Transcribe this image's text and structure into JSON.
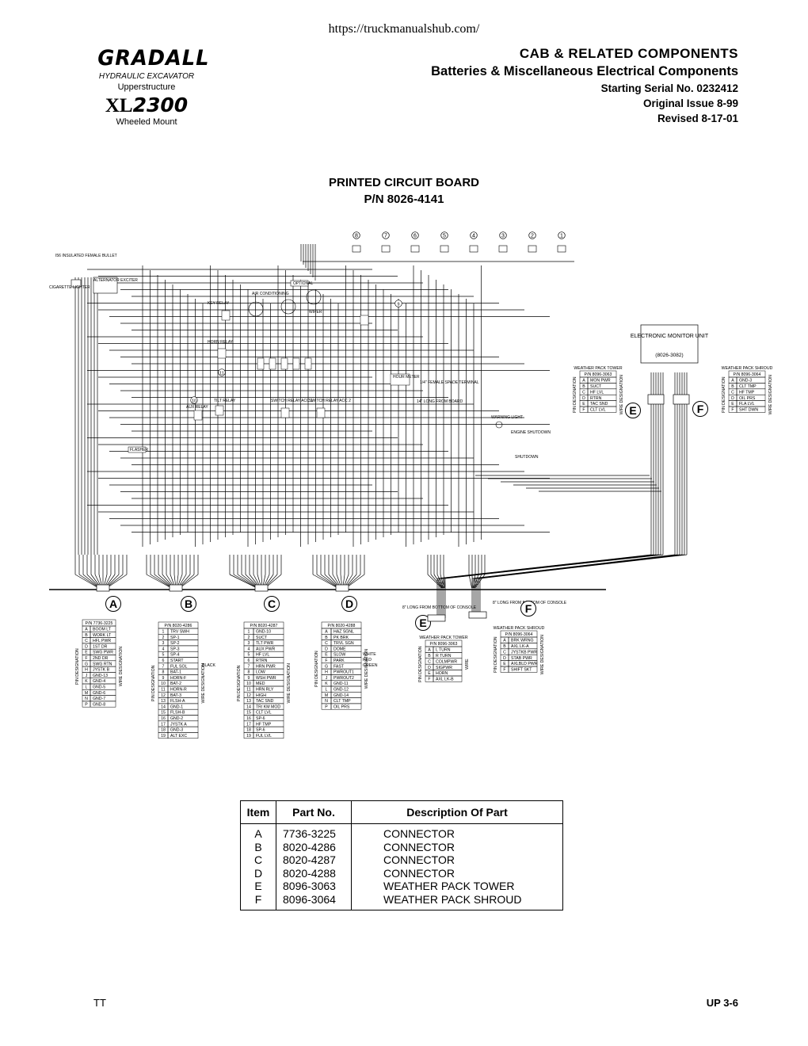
{
  "header": {
    "url": "https://truckmanualshub.com/",
    "brand": "GRADALL",
    "brand_sub": "HYDRAULIC EXCAVATOR",
    "upperstructure": "Upperstructure",
    "model_prefix": "XL",
    "model_number": "2300",
    "mount": "Wheeled Mount",
    "title1": "CAB & RELATED COMPONENTS",
    "title2": "Batteries & Miscellaneous Electrical Components",
    "serial": "Starting Serial No. 0232412",
    "issue": "Original Issue 8-99",
    "revised": "Revised 8-17-01"
  },
  "diagram": {
    "title_line1": "PRINTED CIRCUIT BOARD",
    "title_line2": "P/N 8026-4141",
    "relay_numbers": [
      "8",
      "7",
      "6",
      "5",
      "4",
      "3",
      "2",
      "1"
    ],
    "small_labels": {
      "bullet": "I56 INSULATED FEMALE BULLET",
      "lighter": "CIGARETTE LIGHTER",
      "alternator": "ALTERNATOR EXCITER",
      "optional": "OPTIONAL",
      "airconditioning": "AIR CONDITIONING",
      "wiper": "WIPER",
      "key_relay": "KEY RELAY",
      "horn_relay": "HORN RELAY",
      "hour_meter": "HOUR METER",
      "spade": "1/4\" FEMALE SPADE TERMINAL",
      "long_from_board": "14\" LONG FROM BOARD",
      "warning_light": "WARNING LIGHT",
      "engine_shutdown": "ENGINE SHUTDOWN",
      "shutdown": "SHUTDOWN",
      "tilt_relay": "TILT RELAY",
      "aux_relay": "AUX RELAY",
      "switch_relay_1": "SWITCH RELAY ACC 1",
      "switch_relay_2": "SWITCH RELAY ACC 2",
      "flasher": "FLASHER",
      "long_e": "8\" LONG FROM BOTTOM OF CONSOLE",
      "long_f": "8\" LONG FROM BOTTOM OF CONSOLE"
    },
    "emu": {
      "title": "ELECTRONIC MONITOR UNIT",
      "pn": "(8026-3082)"
    },
    "tower_top": {
      "title": "WEATHER PACK TOWER",
      "pn": "P/N 8096-3063",
      "pin_label": "PIN DESIGNATION",
      "wire_label": "WIRE DESIGNATION",
      "rows": [
        [
          "A",
          "MON PWR"
        ],
        [
          "B",
          "SUCT"
        ],
        [
          "C",
          "HF LVL"
        ],
        [
          "D",
          "RTRN"
        ],
        [
          "E",
          "TAC SND"
        ],
        [
          "F",
          "CLT LVL"
        ]
      ]
    },
    "shroud_top": {
      "title": "WEATHER PACK SHROUD",
      "pn": "P/N 8096-3064",
      "pin_label": "PIN DESIGNATION",
      "wire_label": "WIRE DESIGNATION",
      "rows": [
        [
          "A",
          "GND-3"
        ],
        [
          "B",
          "CLT TMP"
        ],
        [
          "C",
          "HF TMP"
        ],
        [
          "D",
          "OIL PRS"
        ],
        [
          "E",
          "FLA LVL"
        ],
        [
          "F",
          "SHT DWN"
        ]
      ]
    },
    "connector_letters": [
      "A",
      "B",
      "C",
      "D",
      "E",
      "F"
    ],
    "conn_a": {
      "pn": "P/N 7736-3225",
      "pin_label": "PIN DESIGNATION",
      "wire_label": "WIRE DESIGNATION",
      "rows": [
        [
          "A",
          "BOOM LT"
        ],
        [
          "B",
          "WORK LT"
        ],
        [
          "C",
          "HFL PWR"
        ],
        [
          "D",
          "1ST DR"
        ],
        [
          "E",
          "SWG PWR"
        ],
        [
          "F",
          "2ND DR"
        ],
        [
          "G",
          "SWG RTN"
        ],
        [
          "H",
          "JYSTK B"
        ],
        [
          "J",
          "GND-13"
        ],
        [
          "K",
          "GND-4"
        ],
        [
          "L",
          "GND-5"
        ],
        [
          "M",
          "GND-6"
        ],
        [
          "N",
          "GND-7"
        ],
        [
          "P",
          "GND-8"
        ]
      ]
    },
    "conn_b": {
      "pn": "P/N 8020-4286",
      "pin_label": "PIN DESIGNATION",
      "wire_label": "WIRE DESIGNATION",
      "color": "BLACK",
      "rows": [
        [
          "1",
          "TRV SWH"
        ],
        [
          "2",
          "SP-1"
        ],
        [
          "3",
          "SP-2"
        ],
        [
          "4",
          "SP-3"
        ],
        [
          "5",
          "SP-4"
        ],
        [
          "6",
          "START"
        ],
        [
          "7",
          "FUL SOL"
        ],
        [
          "8",
          "BAT-1"
        ],
        [
          "9",
          "HORN-F"
        ],
        [
          "10",
          "BAT-2"
        ],
        [
          "11",
          "HORN-R"
        ],
        [
          "12",
          "BAT-3"
        ],
        [
          "13",
          "FLSH-A"
        ],
        [
          "14",
          "GND-1"
        ],
        [
          "15",
          "FLSH-B"
        ],
        [
          "16",
          "GND-2"
        ],
        [
          "17",
          "JYSTK A"
        ],
        [
          "18",
          "GND-3"
        ],
        [
          "19",
          "ALT EXC"
        ]
      ]
    },
    "conn_c": {
      "pn": "P/N 8020-4287",
      "pin_label": "PIN DESIGNATION",
      "wire_label": "WIRE DESIGNATION",
      "rows": [
        [
          "1",
          "GND-10"
        ],
        [
          "2",
          "SUCT"
        ],
        [
          "3",
          "TLT PWR"
        ],
        [
          "4",
          "AUX PWR"
        ],
        [
          "5",
          "HF LVL"
        ],
        [
          "6",
          "RTRN"
        ],
        [
          "7",
          "HRN PWR"
        ],
        [
          "8",
          "LOW"
        ],
        [
          "9",
          "WSH PWR"
        ],
        [
          "10",
          "MED"
        ],
        [
          "11",
          "HRN RLY"
        ],
        [
          "12",
          "HIGH"
        ],
        [
          "13",
          "TAC SND"
        ],
        [
          "14",
          "TR/ KM MOD"
        ],
        [
          "15",
          "CLT LVL"
        ],
        [
          "16",
          "SP-6"
        ],
        [
          "17",
          "HF TMP"
        ],
        [
          "18",
          "SP-6"
        ],
        [
          "19",
          "FUL LVL"
        ]
      ]
    },
    "conn_d": {
      "pn": "P/N 8020-4288",
      "pin_label": "PIN DESIGNATION",
      "wire_label": "WIRE DESIGNATION",
      "colors": [
        "WHITE",
        "RED",
        "GREEN"
      ],
      "rows": [
        [
          "A",
          "HAZ SGNL"
        ],
        [
          "B",
          "PK BRK"
        ],
        [
          "C",
          "TRVL SGN"
        ],
        [
          "D",
          "DOME"
        ],
        [
          "E",
          "SLOW"
        ],
        [
          "F",
          "PARK"
        ],
        [
          "G",
          "FAST"
        ],
        [
          "H",
          "PWROUT1"
        ],
        [
          "J",
          "PWROUT2"
        ],
        [
          "K",
          "GND-11"
        ],
        [
          "L",
          "GND-12"
        ],
        [
          "M",
          "GND-14"
        ],
        [
          "N",
          "CLT TMP"
        ],
        [
          "P",
          "OIL PRS"
        ]
      ]
    },
    "conn_e": {
      "title": "WEATHER PACK TOWER",
      "pn": "P/N 8096-3063",
      "pin_label": "PIN DESIGNATION",
      "wire_label": "WIRE",
      "rows": [
        [
          "A",
          "L TURN"
        ],
        [
          "B",
          "R TURN"
        ],
        [
          "C",
          "COLMPWR"
        ],
        [
          "D",
          "SIGPWR"
        ],
        [
          "E",
          "HORN"
        ],
        [
          "F",
          "AXL LK-B"
        ]
      ]
    },
    "conn_f": {
      "title": "WEATHER PACK SHROUD",
      "pn": "P/N 8096-3064",
      "pin_label": "PIN DESIGNATION",
      "wire_label": "WIRE DESIGNATION",
      "rows": [
        [
          "A",
          "BRK WRNG"
        ],
        [
          "B",
          "AXL LK-A"
        ],
        [
          "C",
          "JYSTKB PWR"
        ],
        [
          "D",
          "STAB PWR"
        ],
        [
          "E",
          "AXLBLD PWR"
        ],
        [
          "F",
          "SHIFT SKT"
        ]
      ]
    }
  },
  "parts_table": {
    "headers": [
      "Item",
      "Part No.",
      "Description Of Part"
    ],
    "rows": [
      [
        "A",
        "7736-3225",
        "CONNECTOR"
      ],
      [
        "B",
        "8020-4286",
        "CONNECTOR"
      ],
      [
        "C",
        "8020-4287",
        "CONNECTOR"
      ],
      [
        "D",
        "8020-4288",
        "CONNECTOR"
      ],
      [
        "E",
        "8096-3063",
        "WEATHER PACK TOWER"
      ],
      [
        "F",
        "8096-3064",
        "WEATHER PACK SHROUD"
      ]
    ]
  },
  "footer": {
    "left": "TT",
    "right": "UP 3-6"
  }
}
